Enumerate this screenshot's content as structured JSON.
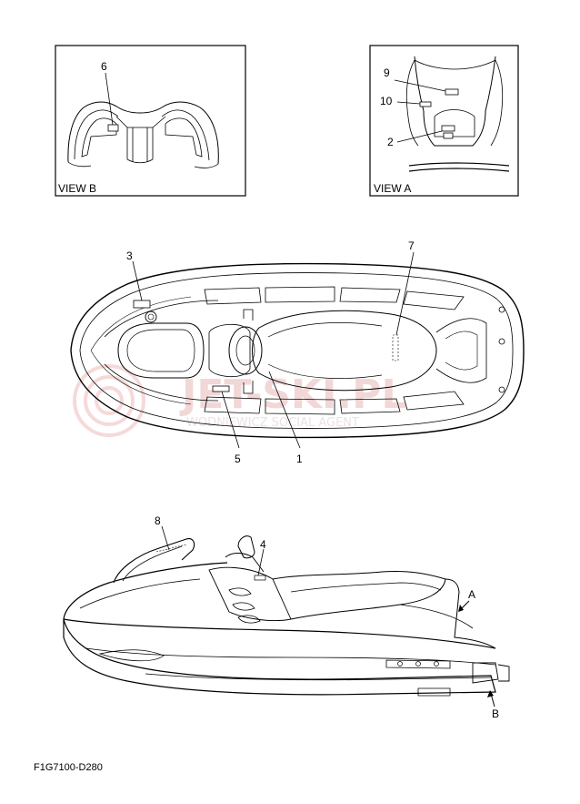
{
  "diagram": {
    "view_b": {
      "label": "VIEW B",
      "callouts": [
        "6"
      ]
    },
    "view_a": {
      "label": "VIEW A",
      "callouts": [
        "9",
        "10",
        "2"
      ]
    },
    "top_view": {
      "callouts": [
        "3",
        "7",
        "5",
        "1"
      ]
    },
    "side_view": {
      "callouts": [
        "8",
        "4"
      ],
      "arrows": [
        "A",
        "B"
      ]
    },
    "part_code": "F1G7100-D280",
    "watermark": {
      "text": "JET-SKI.PL",
      "subtext": "WODNIEWICZ SOCIAL AGENT",
      "color": "#e05050"
    }
  }
}
